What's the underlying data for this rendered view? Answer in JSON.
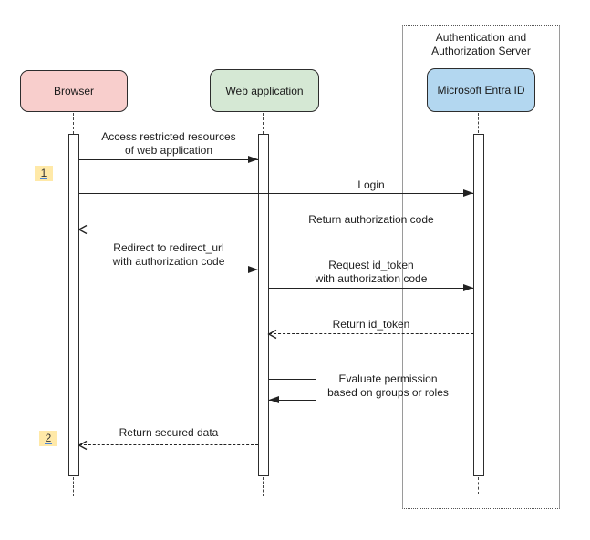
{
  "diagram": {
    "type": "uml-sequence",
    "actors": [
      {
        "id": "browser",
        "label": "Browser",
        "fill": "#F8CECC"
      },
      {
        "id": "web-application",
        "label": "Web application",
        "fill": "#D5E8D4"
      },
      {
        "id": "microsoft-entra-id",
        "label": "Microsoft Entra ID",
        "fill": "#B3D7F0"
      }
    ],
    "server_container": {
      "title": "Authentication and\nAuthorization Server",
      "contains": "microsoft-entra-id"
    },
    "messages": [
      {
        "from": "browser",
        "to": "web-application",
        "style": "solid",
        "arrow": "filled",
        "label": "Access restricted resources\nof web application"
      },
      {
        "from": "browser",
        "to": "microsoft-entra-id",
        "style": "solid",
        "arrow": "filled",
        "label": "Login"
      },
      {
        "from": "microsoft-entra-id",
        "to": "browser",
        "style": "dashed",
        "arrow": "open",
        "label": "Return authorization code"
      },
      {
        "from": "browser",
        "to": "web-application",
        "style": "solid",
        "arrow": "filled",
        "label": "Redirect to redirect_url\nwith authorization code"
      },
      {
        "from": "web-application",
        "to": "microsoft-entra-id",
        "style": "solid",
        "arrow": "filled",
        "label": "Request id_token\nwith authorization code"
      },
      {
        "from": "microsoft-entra-id",
        "to": "web-application",
        "style": "dashed",
        "arrow": "open",
        "label": "Return id_token"
      },
      {
        "from": "web-application",
        "to": "web-application",
        "style": "self",
        "arrow": "filled",
        "label": "Evaluate permission\nbased on groups or roles"
      },
      {
        "from": "web-application",
        "to": "browser",
        "style": "dashed",
        "arrow": "open",
        "label": "Return secured data"
      }
    ],
    "step_badges": [
      {
        "label": "1"
      },
      {
        "label": "2"
      }
    ],
    "colors": {
      "badge_fill": "#FFE9A8",
      "badge_link_underline": "#4A85D8",
      "line": "#222222",
      "actor_border": "#2D2D2D"
    }
  }
}
